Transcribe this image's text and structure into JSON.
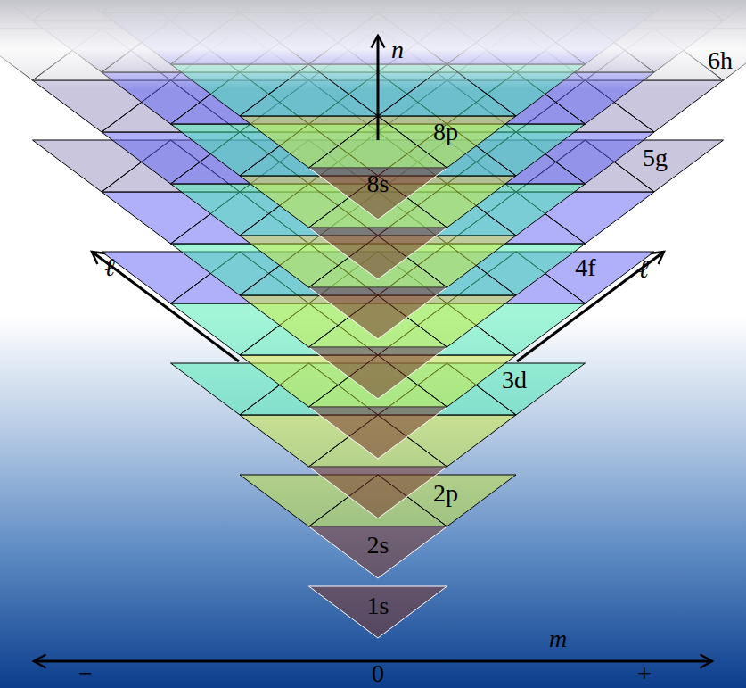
{
  "diagram": {
    "labels": [
      "n",
      "8p",
      "8s",
      "6h",
      "5g",
      "4f",
      "ℓ",
      "ℓ",
      "3d",
      "2p",
      "2s",
      "1s",
      "m",
      "−",
      "0",
      "+"
    ]
  }
}
